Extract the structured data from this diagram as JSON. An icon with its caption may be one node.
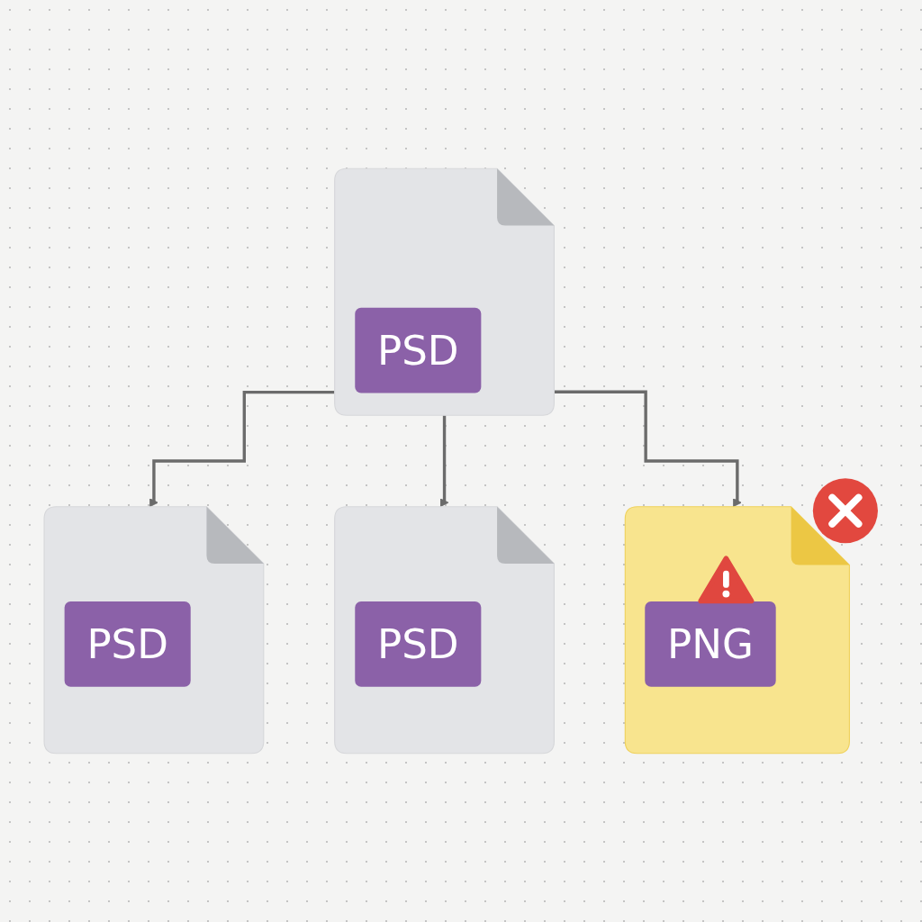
{
  "diagram": {
    "nodes": [
      {
        "text": [
          "PSD"
        ]
      },
      {
        "text": [
          "PSD"
        ]
      },
      {
        "text": [
          "PSD"
        ]
      },
      {
        "text": [
          "PNG"
        ]
      }
    ],
    "edges": [
      {
        "from": 0,
        "to": 1,
        "arrow": "to"
      },
      {
        "from": 0,
        "to": 2,
        "arrow": "to"
      },
      {
        "from": 0,
        "to": 3,
        "arrow": "to"
      }
    ]
  }
}
